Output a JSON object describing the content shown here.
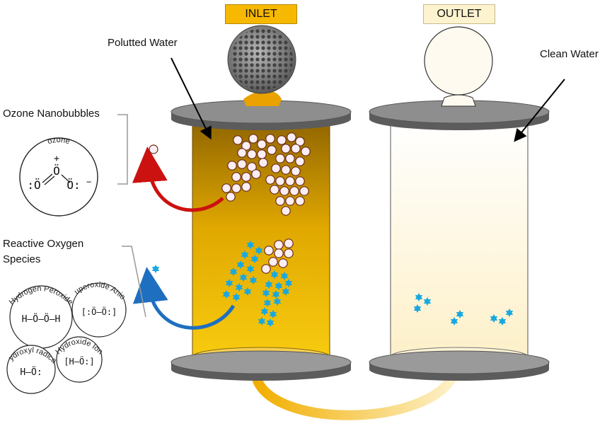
{
  "inlet": {
    "label": "INLET"
  },
  "outlet": {
    "label": "OUTLET"
  },
  "labels": {
    "polluted_water": "Polutted Water",
    "clean_water": "Clean Water",
    "ozone_nanobubbles": "Ozone Nanobubbles",
    "ros_line1": "Reactive Oxygen",
    "ros_line2": "Species"
  },
  "ozone_molecule": {
    "name": "ozone",
    "charge_plus": "+",
    "charge_minus": "−"
  },
  "ros_molecules": {
    "hydrogen_peroxide": {
      "name": "Hydrogen Peroxide",
      "formula": "H–Ö–Ö–H"
    },
    "superoxide_anion": {
      "name": "Superoxide Anion",
      "formula": "[:Ö–Ö:]"
    },
    "hydroxyl_radical": {
      "name": "Hydroxyl radical",
      "formula": "H–Ö:"
    },
    "hydroxide_ion": {
      "name": "Hydroxide Ion",
      "formula": "[H–Ö:]"
    }
  },
  "colors": {
    "inlet_tag": "#f6b800",
    "outlet_tag": "#fdf3cf",
    "polluted_dark": "#9a6a00",
    "polluted_light": "#f6c300",
    "clean_water": "#fffbe8",
    "ros_star": "#18a8e0",
    "bubble_fill": "#fbeef3",
    "bubble_stroke": "#6b2a1a",
    "red_arrow": "#cc1111",
    "blue_arrow": "#1e6fc0",
    "plate": "#7d7d7d"
  },
  "icons": {
    "ros": "star-icon",
    "nanobubble": "circle-icon"
  }
}
